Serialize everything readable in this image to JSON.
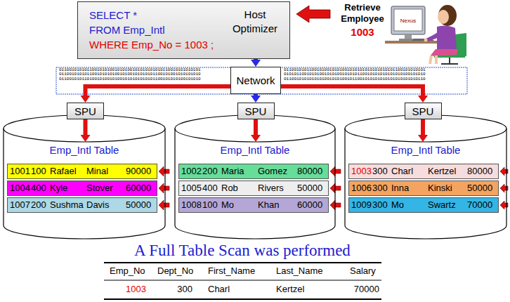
{
  "diagram": {
    "caption": "A Full Table Scan was performed",
    "nodes": [
      {
        "text": [
          "SELECT *",
          "FROM Emp_Intl",
          "WHERE Emp_No = 1003 ;",
          "Host Optimizer"
        ]
      },
      {
        "text": [
          "Network"
        ]
      },
      {
        "text": [
          "SPU"
        ]
      },
      {
        "text": [
          "SPU"
        ]
      },
      {
        "text": [
          "SPU"
        ]
      },
      {
        "text": [
          "Emp_Intl Table"
        ]
      },
      {
        "text": [
          "1001",
          "100",
          "Rafael",
          "Minal",
          "90000"
        ],
        "in": 5
      },
      {
        "text": [
          "1004",
          "400",
          "Kyle",
          "Stover",
          "60000"
        ],
        "in": 5
      },
      {
        "text": [
          "1007",
          "200",
          "Sushma",
          "Davis",
          "50000"
        ],
        "in": 5
      },
      {
        "text": [
          "Emp_Intl Table"
        ]
      },
      {
        "text": [
          "1002",
          "200",
          "Maria",
          "Gomez",
          "80000"
        ],
        "in": 9
      },
      {
        "text": [
          "1005",
          "400",
          "Rob",
          "Rivers",
          "50000"
        ],
        "in": 9
      },
      {
        "text": [
          "1008",
          "100",
          "Mo",
          "Khan",
          "60000"
        ],
        "in": 9
      },
      {
        "text": [
          "Emp_Intl Table"
        ]
      },
      {
        "text": [
          "1003",
          "300",
          "Charl",
          "Kertzel",
          "80000"
        ],
        "in": 13
      },
      {
        "text": [
          "1006",
          "300",
          "Inna",
          "Kinski",
          "50000"
        ],
        "in": 13
      },
      {
        "text": [
          "1009",
          "300",
          "Mo",
          "Swartz",
          "70000"
        ],
        "in": 13
      }
    ],
    "edges": [
      {
        "from": 0,
        "to": 1,
        "arrow": "to"
      },
      {
        "from": 1,
        "to": 2,
        "arrow": "to"
      },
      {
        "from": 1,
        "to": 3,
        "arrow": "to"
      },
      {
        "from": 1,
        "to": 4,
        "arrow": "to"
      },
      {
        "from": 2,
        "to": 5,
        "arrow": "to"
      },
      {
        "from": 3,
        "to": 9,
        "arrow": "to"
      },
      {
        "from": 4,
        "to": 13,
        "arrow": "to"
      }
    ],
    "labels": [
      "Retrieve Employee",
      "1003",
      "Nexus",
      "01100101010110010101001010100101010101010110010101010101",
      "01100101010110010101010010100101010101100101001010101010",
      "01100101011010010100101001010101010101100101010100101010",
      "01100101011001010010101001010101010101010101100101010101",
      "01010110010101001010100101010110010101010101010100101010",
      "01100101010101010010101001011001010101010101010101010110",
      "Emp_No",
      "Dept_No",
      "First_Name",
      "Last_Name",
      "Salary",
      "1003",
      "300",
      "Charl",
      "Kertzel",
      "70000"
    ]
  }
}
